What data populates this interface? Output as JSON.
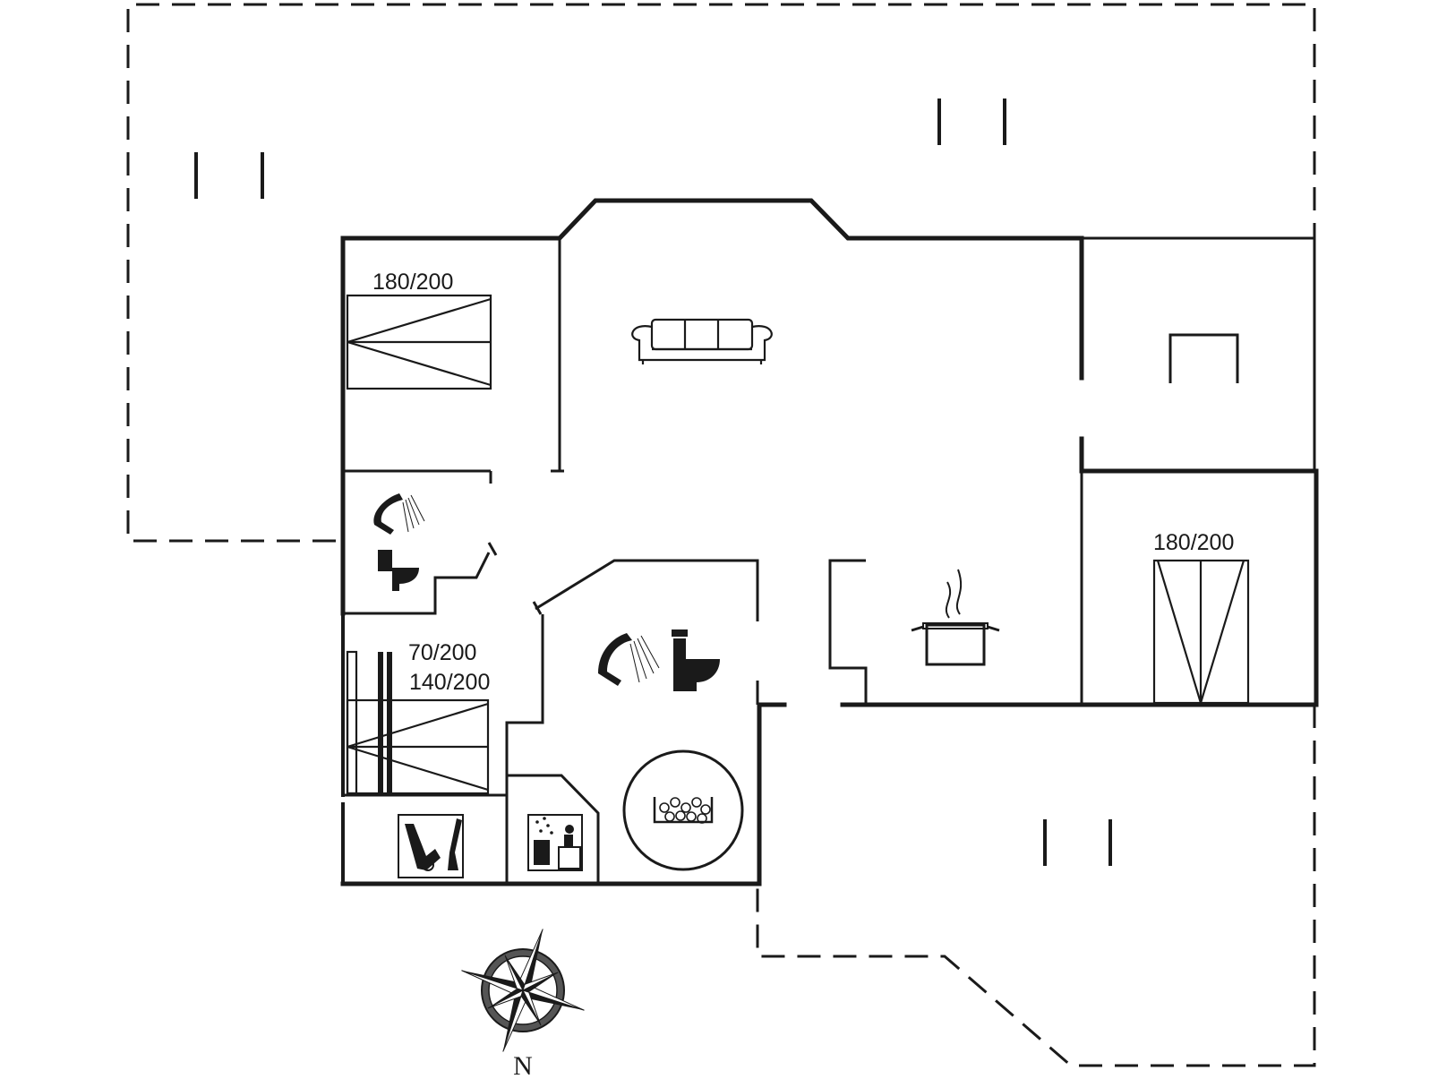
{
  "floor_plan": {
    "labels": {
      "bedroom_nw_bed": "180/200",
      "bunk_top": "70/200",
      "bunk_bottom": "140/200",
      "bedroom_se_bed": "180/200"
    },
    "compass": {
      "north_label": "N"
    },
    "icons": {
      "sofa": "sofa-icon",
      "shower_1": "shower-icon",
      "toilet_1": "toilet-icon",
      "shower_2": "shower-icon",
      "toilet_2": "toilet-icon",
      "cooking_pot": "cooking-pot-icon",
      "whirlpool": "whirlpool-bath-icon",
      "sauna": "sauna-icon",
      "utility": "vacuum-cleaner-icon",
      "compass_rose": "compass-rose-icon"
    },
    "colors": {
      "line": "#1a1a1a",
      "background": "#ffffff"
    }
  }
}
